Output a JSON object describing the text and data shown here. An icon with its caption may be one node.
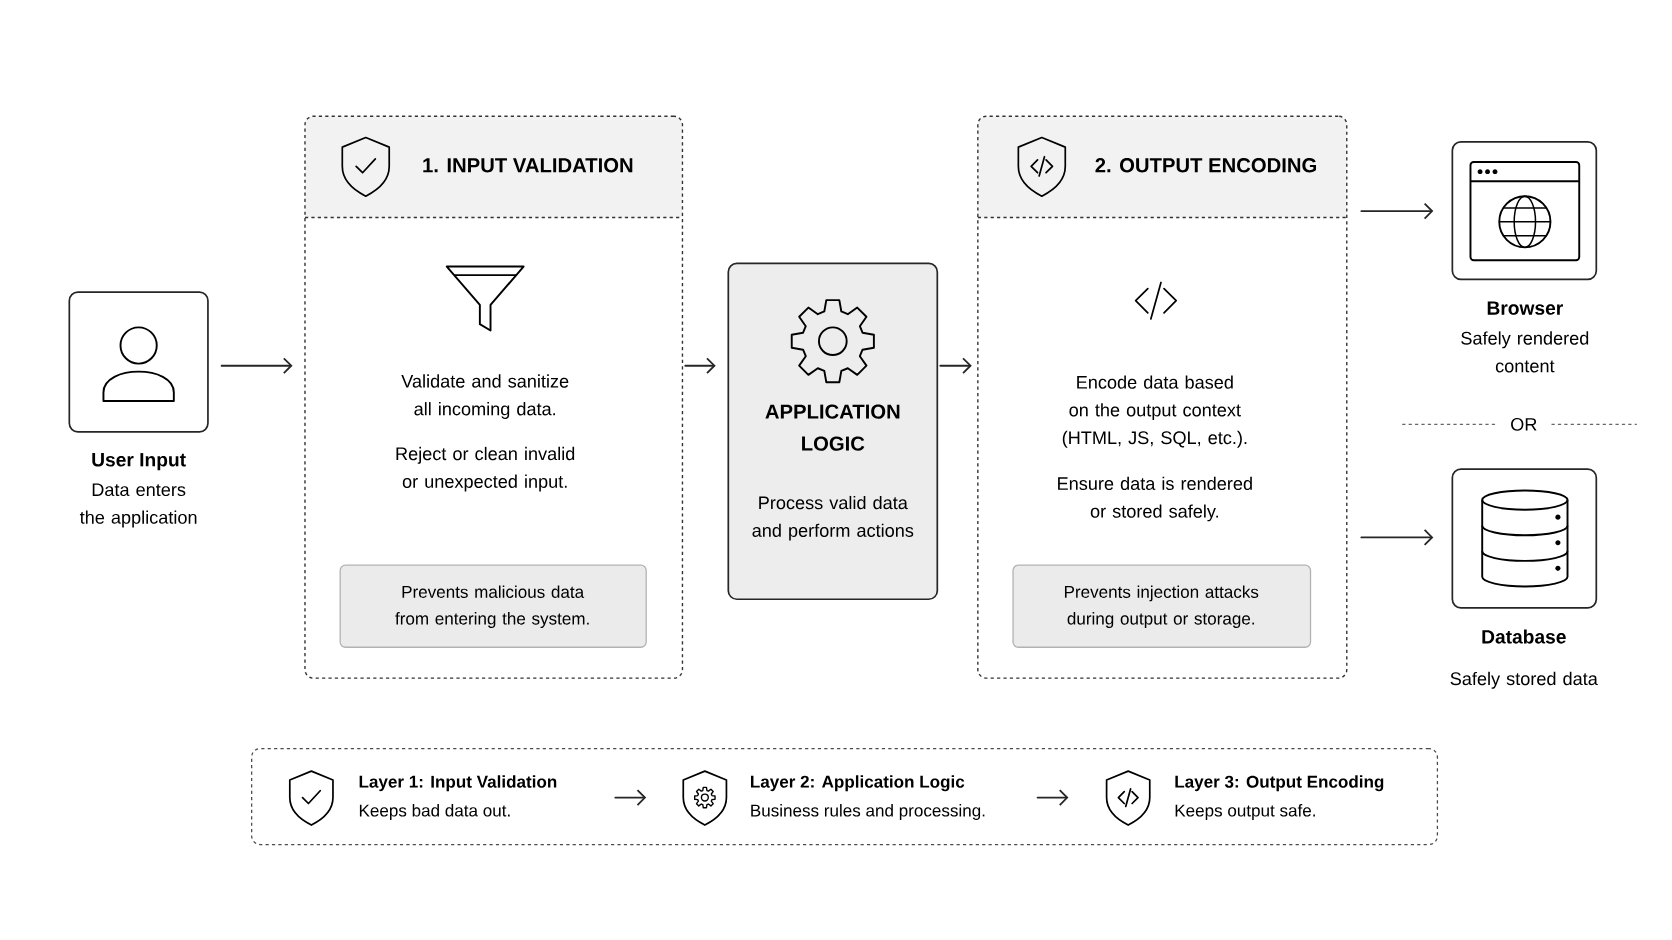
{
  "diagram": {
    "nodes": [
      {
        "text": [
          "User Input",
          "Data enters the application"
        ]
      },
      {
        "text": [
          "1. INPUT VALIDATION",
          "Validate and sanitize all incoming data.",
          "Reject or clean invalid or unexpected input."
        ]
      },
      {
        "text": [
          "Prevents malicious data from entering the system."
        ],
        "in": 1
      },
      {
        "text": [
          "APPLICATION LOGIC",
          "Process valid data and perform actions"
        ]
      },
      {
        "text": [
          "2. OUTPUT ENCODING",
          "Encode data based on the output context (HTML, JS, SQL, etc.).",
          "Ensure data is rendered or stored safely."
        ]
      },
      {
        "text": [
          "Prevents injection attacks during output or storage."
        ],
        "in": 4
      },
      {
        "text": [
          "Browser",
          "Safely rendered content"
        ]
      },
      {
        "text": [
          "Database",
          "Safely stored data"
        ]
      },
      {
        "text": [],
        "shape": "box"
      },
      {
        "text": [
          "Layer 1:  Input Validation",
          "Keeps bad data out."
        ],
        "in": 8
      },
      {
        "text": [
          "Layer 2: Application Logic",
          "Business rules and processing."
        ],
        "in": 8
      },
      {
        "text": [
          "Layer 3: Output Encoding",
          "Keeps output safe."
        ],
        "in": 8
      }
    ],
    "edges": [
      {
        "from": 0,
        "to": 1,
        "arrow": "to"
      },
      {
        "from": 1,
        "to": 3,
        "arrow": "to"
      },
      {
        "from": 3,
        "to": 4,
        "arrow": "to"
      },
      {
        "from": 4,
        "to": 6,
        "arrow": "to"
      },
      {
        "from": 4,
        "to": 7,
        "arrow": "to"
      },
      {
        "from": 9,
        "to": 10,
        "arrow": "to"
      },
      {
        "from": 10,
        "to": 11,
        "arrow": "to"
      }
    ],
    "labels": [
      "OR"
    ]
  }
}
